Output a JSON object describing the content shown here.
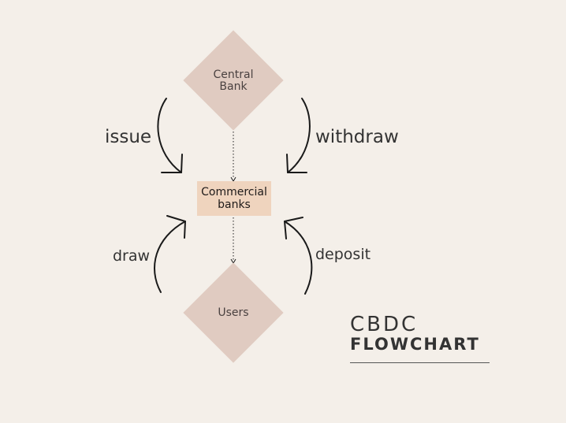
{
  "nodes": {
    "central_bank": "Central\nBank",
    "commercial_banks": "Commercial\nbanks",
    "users": "Users"
  },
  "edges": {
    "issue": "issue",
    "withdraw": "withdraw",
    "draw": "draw",
    "deposit": "deposit"
  },
  "title": {
    "line1": "CBDC",
    "line2": "FLOWCHART"
  },
  "colors": {
    "background": "#f4efe9",
    "diamond_fill": "#e0cbc1",
    "rect_fill": "#efd4be",
    "arrow_stroke": "#1a1a1a"
  }
}
